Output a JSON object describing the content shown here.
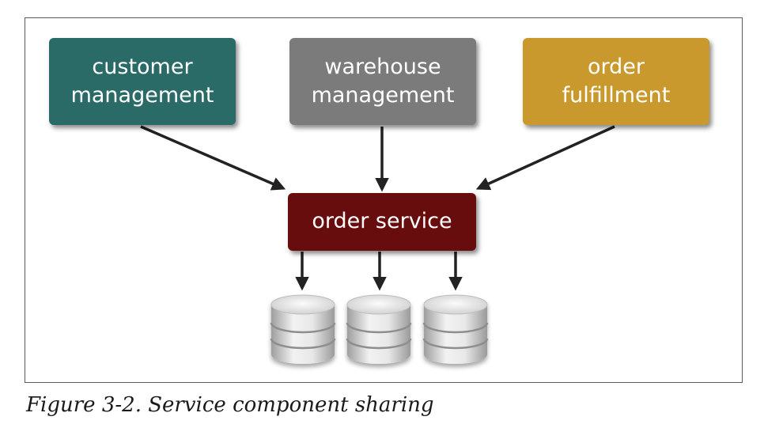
{
  "diagram": {
    "nodes": [
      {
        "id": "customer",
        "label": "customer\nmanagement",
        "color": "#2a6b68"
      },
      {
        "id": "warehouse",
        "label": "warehouse\nmanagement",
        "color": "#7b7b7b"
      },
      {
        "id": "fulfillment",
        "label": "order\nfulfillment",
        "color": "#c9992e"
      },
      {
        "id": "order_service",
        "label": "order service",
        "color": "#680d0d"
      }
    ],
    "databases": [
      {
        "id": "db1",
        "icon": "database-icon"
      },
      {
        "id": "db2",
        "icon": "database-icon"
      },
      {
        "id": "db3",
        "icon": "database-icon"
      }
    ],
    "edges": [
      {
        "from": "customer",
        "to": "order_service"
      },
      {
        "from": "warehouse",
        "to": "order_service"
      },
      {
        "from": "fulfillment",
        "to": "order_service"
      },
      {
        "from": "order_service",
        "to": "db1"
      },
      {
        "from": "order_service",
        "to": "db2"
      },
      {
        "from": "order_service",
        "to": "db3"
      }
    ],
    "colors": {
      "arrow": "#222222",
      "frame": "#5a5a5a",
      "db_light": "#f0f0f0",
      "db_dark": "#a8a8a8"
    }
  },
  "caption": "Figure 3-2. Service component sharing"
}
